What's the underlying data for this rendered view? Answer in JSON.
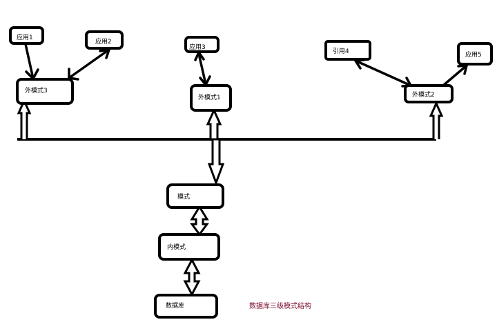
{
  "nodes": {
    "app1": "应用1",
    "app2": "应用2",
    "app3": "应用3",
    "ref4": "引用4",
    "app5": "应用5",
    "ext3": "外模式3",
    "ext1": "外模式1",
    "ext2": "外模式2",
    "schema": "模式",
    "internal": "内模式",
    "database": "数据库"
  },
  "caption": "数据库三级模式结构",
  "colors": {
    "stroke": "#000000",
    "caption": "#7a0a2a"
  }
}
